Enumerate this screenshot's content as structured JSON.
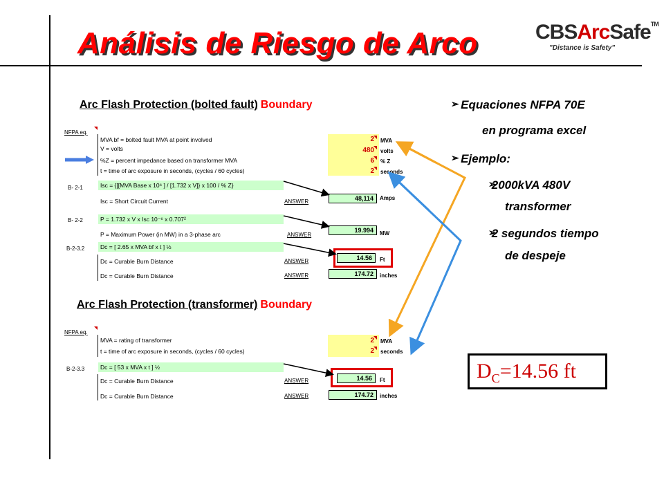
{
  "title": "Análisis de Riesgo de Arco",
  "logo": {
    "prefix": "CBS",
    "arc": "Arc",
    "suffix": "Safe",
    "tm": "TM",
    "tagline": "\"Distance is Safety\""
  },
  "section1": {
    "title": "Arc Flash Protection (bolted fault)",
    "boundary": "Boundary",
    "nfpa": "NFPA eq.",
    "inputs": [
      {
        "label": "MVA bf = bolted fault MVA at point involved",
        "value": "2",
        "unit": "MVA"
      },
      {
        "label": "V = volts",
        "value": "480",
        "unit": "volts"
      },
      {
        "label": "%Z = percent impedance based on transformer MVA",
        "value": "6",
        "unit": "% Z"
      },
      {
        "label": "t = time of arc exposure in seconds, (cycles / 60 cycles)",
        "value": "2",
        "unit": "seconds"
      }
    ],
    "eq1": {
      "ref": "B- 2-1",
      "formula": "Isc = {[[MVA Base x 10⁶ ] / [1.732 x V]} x 100 / % Z}",
      "desc": "Isc = Short Circuit Current",
      "answer_label": "ANSWER",
      "answer": "48,114",
      "unit": "Amps"
    },
    "eq2": {
      "ref": "B- 2-2",
      "formula": "P = 1.732 x V x Isc 10⁻⁶ x 0.707²",
      "desc": "P = Maximum Power (in MW) in a 3-phase arc",
      "answer_label": "ANSWER",
      "answer": "19.994",
      "unit": "MW"
    },
    "eq3": {
      "ref": "B-2-3.2",
      "formula": "Dc = [ 2.65 x MVA bf x t ] ½",
      "desc1": "Dc = Curable Burn Distance",
      "answer_label": "ANSWER",
      "answer1": "14.56",
      "unit1": "Ft",
      "desc2": "Dc = Curable Burn Distance",
      "answer2": "174.72",
      "unit2": "inches"
    }
  },
  "section2": {
    "title": "Arc Flash Protection (transformer)",
    "boundary": "Boundary",
    "nfpa": "NFPA eq.",
    "inputs": [
      {
        "label": "MVA = rating of transformer",
        "value": "2",
        "unit": "MVA"
      },
      {
        "label": "t = time of arc exposure in seconds, (cycles / 60 cycles)",
        "value": "2",
        "unit": "seconds"
      }
    ],
    "eq1": {
      "ref": "B-2-3.3",
      "formula": "Dc = [ 53 x MVA x t ] ½",
      "desc1": "Dc = Curable Burn Distance",
      "answer_label": "ANSWER",
      "answer1": "14.56",
      "unit1": "Ft",
      "desc2": "Dc = Curable Burn Distance",
      "answer2": "174.72",
      "unit2": "inches"
    }
  },
  "bullets": {
    "b1a": "Equaciones NFPA 70E",
    "b1b": "en programa excel",
    "b2": "Ejemplo:",
    "b3a": "2000kVA 480V",
    "b3b": "transformer",
    "b4a": "2 segundos tiempo",
    "b4b": "de despeje"
  },
  "result": {
    "prefix": "D",
    "sub": "C",
    "text": "=14.56 ft"
  },
  "colors": {
    "title_red": "#ff0000",
    "input_yellow": "#ffff99",
    "formula_green": "#ccffcc",
    "orange_arrow": "#f5a623",
    "blue_arrow": "#3b8fe0"
  }
}
